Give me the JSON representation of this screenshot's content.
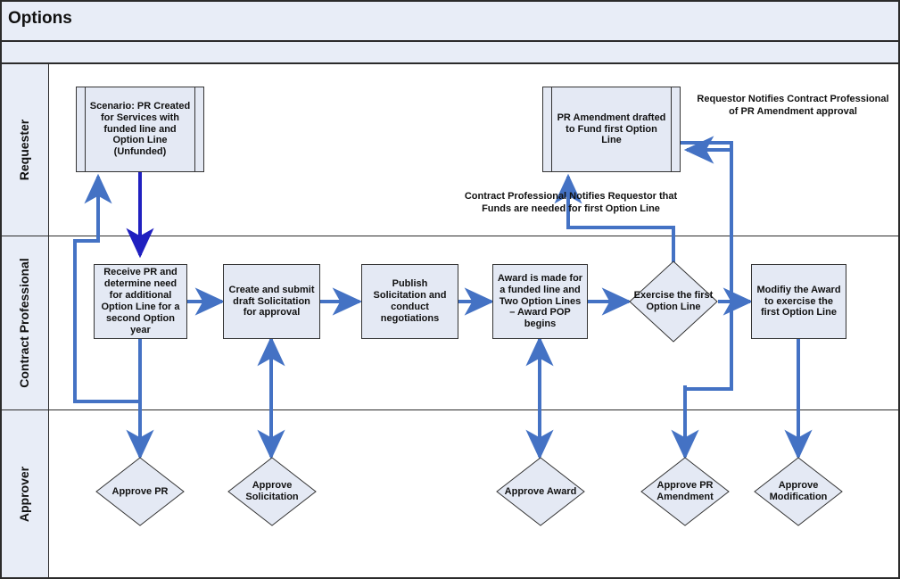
{
  "header": {
    "title": "Options",
    "subtitle": ""
  },
  "colors": {
    "lane_header_bg": "#e8edf7",
    "node_fill": "#e4e9f4",
    "node_stroke": "#333333",
    "arrow": "#4472c4",
    "arrow_dark": "#2020c0",
    "frame": "#2b2b2b"
  },
  "lanes": [
    {
      "id": "requester",
      "label": "Requester"
    },
    {
      "id": "contract",
      "label": "Contract Professional"
    },
    {
      "id": "approver",
      "label": "Approver"
    }
  ],
  "nodes": {
    "scenario": {
      "label": "Scenario:  PR Created for Services with funded line and Option Line (Unfunded)",
      "shape": "predefined-process",
      "lane": "requester"
    },
    "pr_amendment": {
      "label": "PR Amendment drafted to Fund first Option Line",
      "shape": "predefined-process",
      "lane": "requester"
    },
    "receive_pr": {
      "label": "Receive PR and determine need for additional Option Line for a second Option year",
      "shape": "process",
      "lane": "contract"
    },
    "create_submit": {
      "label": "Create and submit draft Solicitation for approval",
      "shape": "process",
      "lane": "contract"
    },
    "publish": {
      "label": "Publish Solicitation and conduct negotiations",
      "shape": "process",
      "lane": "contract"
    },
    "award": {
      "label": "Award is made for a funded line and Two Option Lines – Award POP begins",
      "shape": "process",
      "lane": "contract"
    },
    "exercise": {
      "label": "Exercise the first Option Line",
      "shape": "decision",
      "lane": "contract"
    },
    "modify": {
      "label": "Modifiy the Award to exercise the first Option Line",
      "shape": "process",
      "lane": "contract"
    },
    "approve_pr": {
      "label": "Approve PR",
      "shape": "decision",
      "lane": "approver"
    },
    "approve_sol": {
      "label": "Approve Solicitation",
      "shape": "decision",
      "lane": "approver"
    },
    "approve_award": {
      "label": "Approve Award",
      "shape": "decision",
      "lane": "approver"
    },
    "approve_pr_amd": {
      "label": "Approve PR Amendment",
      "shape": "decision",
      "lane": "approver"
    },
    "approve_mod": {
      "label": "Approve Modification",
      "shape": "decision",
      "lane": "approver"
    }
  },
  "annotations": {
    "requestor_notifies": "Requestor Notifies Contract Professional of PR Amendment approval",
    "cp_notifies": "Contract Professional Notifies Requestor that Funds are needed for first Option Line"
  }
}
